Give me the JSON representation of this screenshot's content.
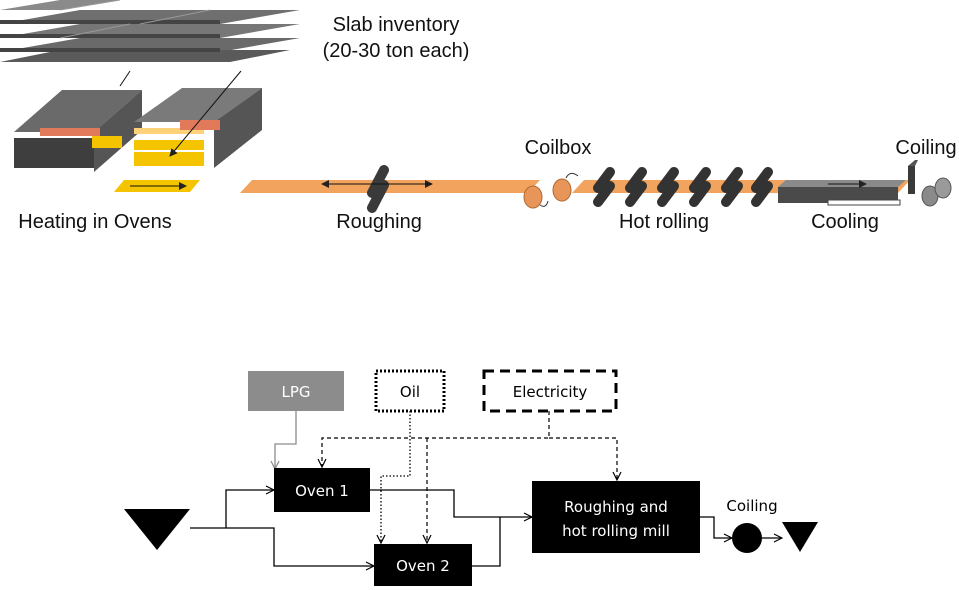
{
  "process_illustration": {
    "slab_inventory_line1": "Slab inventory",
    "slab_inventory_line2": "(20-30 ton each)",
    "heating": "Heating in Ovens",
    "roughing": "Roughing",
    "coilbox": "Coilbox",
    "hot_rolling": "Hot rolling",
    "cooling": "Cooling",
    "coiling": "Coiling"
  },
  "flow_diagram": {
    "lpg": "LPG",
    "oil": "Oil",
    "electricity": "Electricity",
    "oven1": "Oven 1",
    "oven2": "Oven 2",
    "mill_line1": "Roughing and",
    "mill_line2": "hot rolling mill",
    "coiling": "Coiling"
  },
  "colors": {
    "slab_gray": "#5f5f5f",
    "strip_orange": "#f2a35e",
    "hot_yellow": "#f5c400",
    "box_black": "#000000",
    "lpg_gray": "#8c8c8c"
  }
}
